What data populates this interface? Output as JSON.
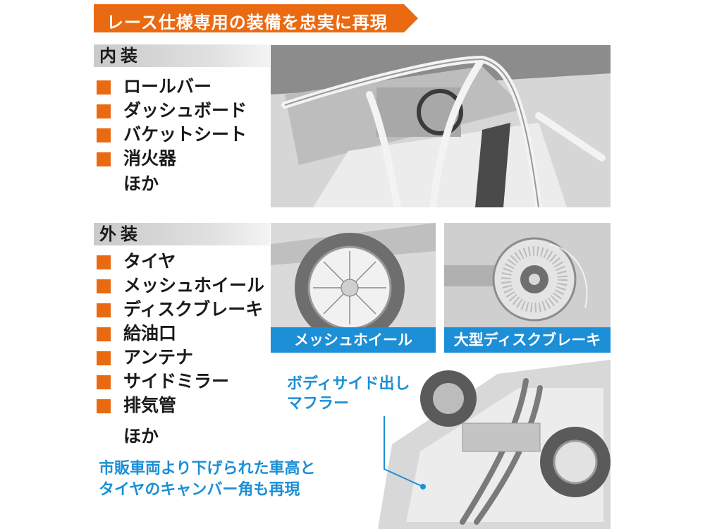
{
  "banner": {
    "title": "レース仕様専用の装備を忠実に再現",
    "color": "#ea6a12"
  },
  "interior": {
    "label": "内装",
    "items": [
      "ロールバー",
      "ダッシュボード",
      "バケットシート",
      "消火器"
    ],
    "more": "ほか"
  },
  "exterior": {
    "label": "外装",
    "items": [
      "タイヤ",
      "メッシュホイール",
      "ディスクブレーキ",
      "給油口",
      "アンテナ",
      "サイドミラー",
      "排気管"
    ],
    "more": "ほか"
  },
  "captions": {
    "mesh_wheel": "メッシュホイール",
    "disc_brake": "大型ディスクブレーキ"
  },
  "callout": {
    "line1": "ボディサイド出し",
    "line2": "マフラー"
  },
  "note": {
    "line1": "市販車両より下げられた車高と",
    "line2": "タイヤのキャンバー角も再現"
  },
  "colors": {
    "accent": "#ea6a12",
    "blue": "#1c8fd6"
  }
}
